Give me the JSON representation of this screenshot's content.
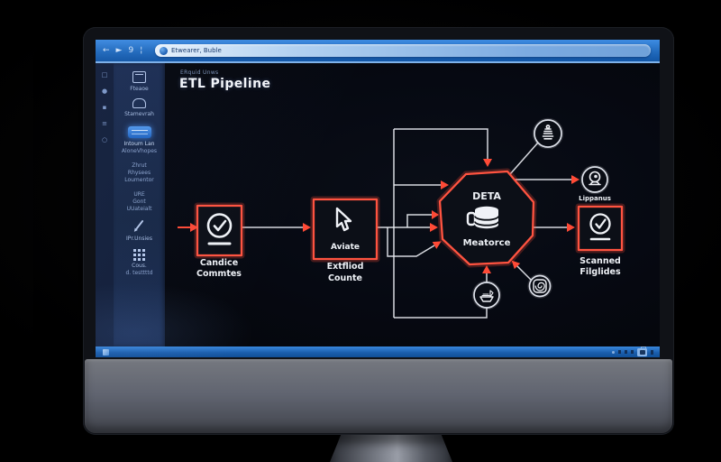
{
  "topbar": {
    "nav_icons": [
      "←",
      "►",
      "9",
      "¦"
    ],
    "address": {
      "text": "Etwearer, Buble"
    }
  },
  "header": {
    "breadcrumb": "ERquid Unws",
    "title": "ETL Pipeline"
  },
  "rail_glyphs": [
    "□",
    "●",
    "▪",
    "≡",
    "○"
  ],
  "sidebar": {
    "items": [
      {
        "label": "Fteaoe"
      },
      {
        "label": "Stamevrah"
      },
      {
        "label": "Intoum Lan",
        "sublabel": "AloneVhopes"
      },
      {
        "lines": [
          "Zhrut",
          "Rhysees",
          "Loumentor"
        ]
      },
      {
        "lines": [
          "URE",
          "Gont",
          "UUateialt"
        ]
      },
      {
        "label": "IPr.Unsies"
      },
      {
        "label": "Cous.",
        "sublabel": "d. testtttd"
      }
    ]
  },
  "diagram": {
    "nodes": {
      "validate": {
        "icon": "check-circle",
        "label_line1": "Candice",
        "label_line2": "Commtes"
      },
      "extract": {
        "icon": "cursor",
        "inner_label": "Aviate",
        "label_line1": "Extfliod",
        "label_line2": "Counte"
      },
      "hub": {
        "icon": "database",
        "title": "DETA",
        "subtitle": "Meatorce"
      },
      "output": {
        "icon": "check-circle",
        "label_line1": "Scanned",
        "label_line2": "Filglides"
      },
      "robot": {
        "icon": "robot",
        "label": "Lippanus"
      },
      "tower": {
        "icon": "tower"
      },
      "boat": {
        "icon": "boat"
      },
      "swirl": {
        "icon": "swirl"
      }
    }
  },
  "colors": {
    "accent_red": "#ff4a36",
    "line_white": "#e8eaf0",
    "topbar_blue": "#2f7fd6",
    "taskbar_blue": "#2b7bd4",
    "sidebar_navy": "#1b2c50",
    "canvas_black": "#070a10"
  }
}
